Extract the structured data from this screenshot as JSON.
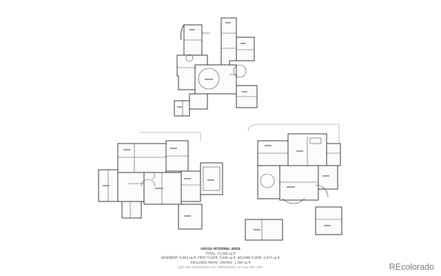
{
  "summary": {
    "heading": "GROSS INTERNAL AREA",
    "total": "TOTAL: 15,584 sq ft",
    "floors": "BASEMENT: 6,664 sq ft, FIRST FLOOR: 5,048 sq ft, SECOND FLOOR: 3,872 sq ft",
    "excluded": "EXCLUDED AREAS: GARAGE: 1,584 sq ft",
    "disclaimer": "SIZE AND DIMENSIONS ARE APPROXIMATE, ACTUAL MAY VARY"
  },
  "watermark": "REcolorado"
}
